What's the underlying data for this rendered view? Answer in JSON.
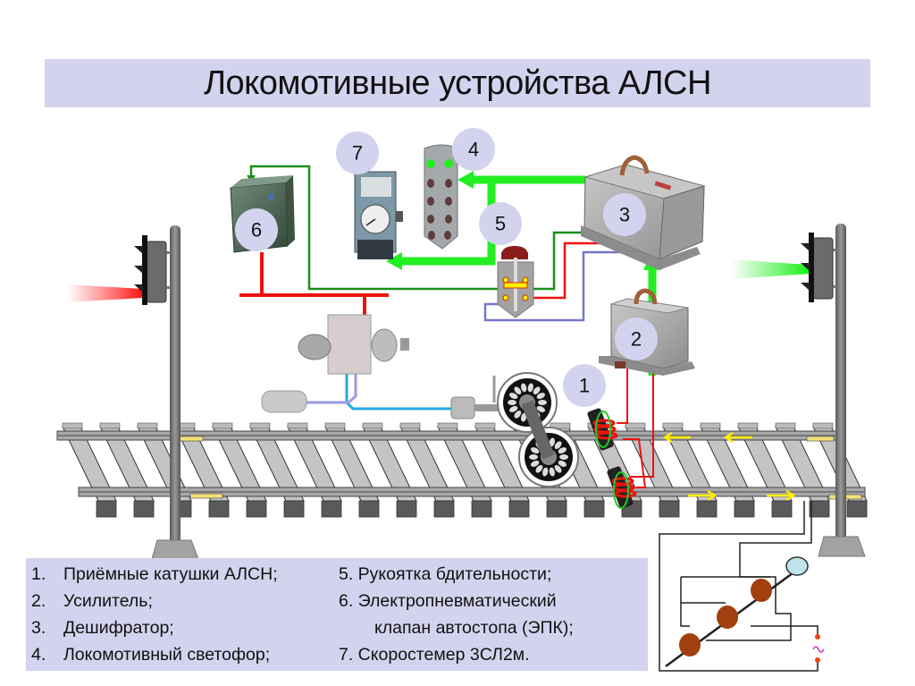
{
  "title": "Локомотивные устройства АЛСН",
  "badges": [
    {
      "id": "1",
      "label": "1"
    },
    {
      "id": "2",
      "label": "2"
    },
    {
      "id": "3",
      "label": "3"
    },
    {
      "id": "4",
      "label": "4"
    },
    {
      "id": "5",
      "label": "5"
    },
    {
      "id": "6",
      "label": "6"
    },
    {
      "id": "7",
      "label": "7"
    }
  ],
  "legend": {
    "left": [
      {
        "num": "1.",
        "text": "Приёмные катушки АЛСН;"
      },
      {
        "num": "2.",
        "text": "Усилитель;"
      },
      {
        "num": "3.",
        "text": "Дешифратор;"
      },
      {
        "num": "4.",
        "text": "Локомотивный светофор;"
      }
    ],
    "right": [
      {
        "text": "5. Рукоятка бдительности;"
      },
      {
        "text": "6. Электропневматический"
      },
      {
        "text": "клапан автостопа (ЭПК);"
      },
      {
        "text": "7. Скоростемер 3СЛ2м."
      }
    ]
  },
  "signals": {
    "left": {
      "aspect": "red",
      "color": "#ff1a1a"
    },
    "right": {
      "aspect": "green",
      "color": "#22ee22"
    }
  },
  "colors": {
    "band": "#d3d3ef",
    "badge": "#d3d3ef",
    "bright_green": "#22ee22",
    "dark_green": "#1a8f1a",
    "red": "#ee1111",
    "blue_wire": "#7777cc",
    "cyan_pipe": "#22aadd",
    "yellow_arrow": "#ffee00"
  }
}
